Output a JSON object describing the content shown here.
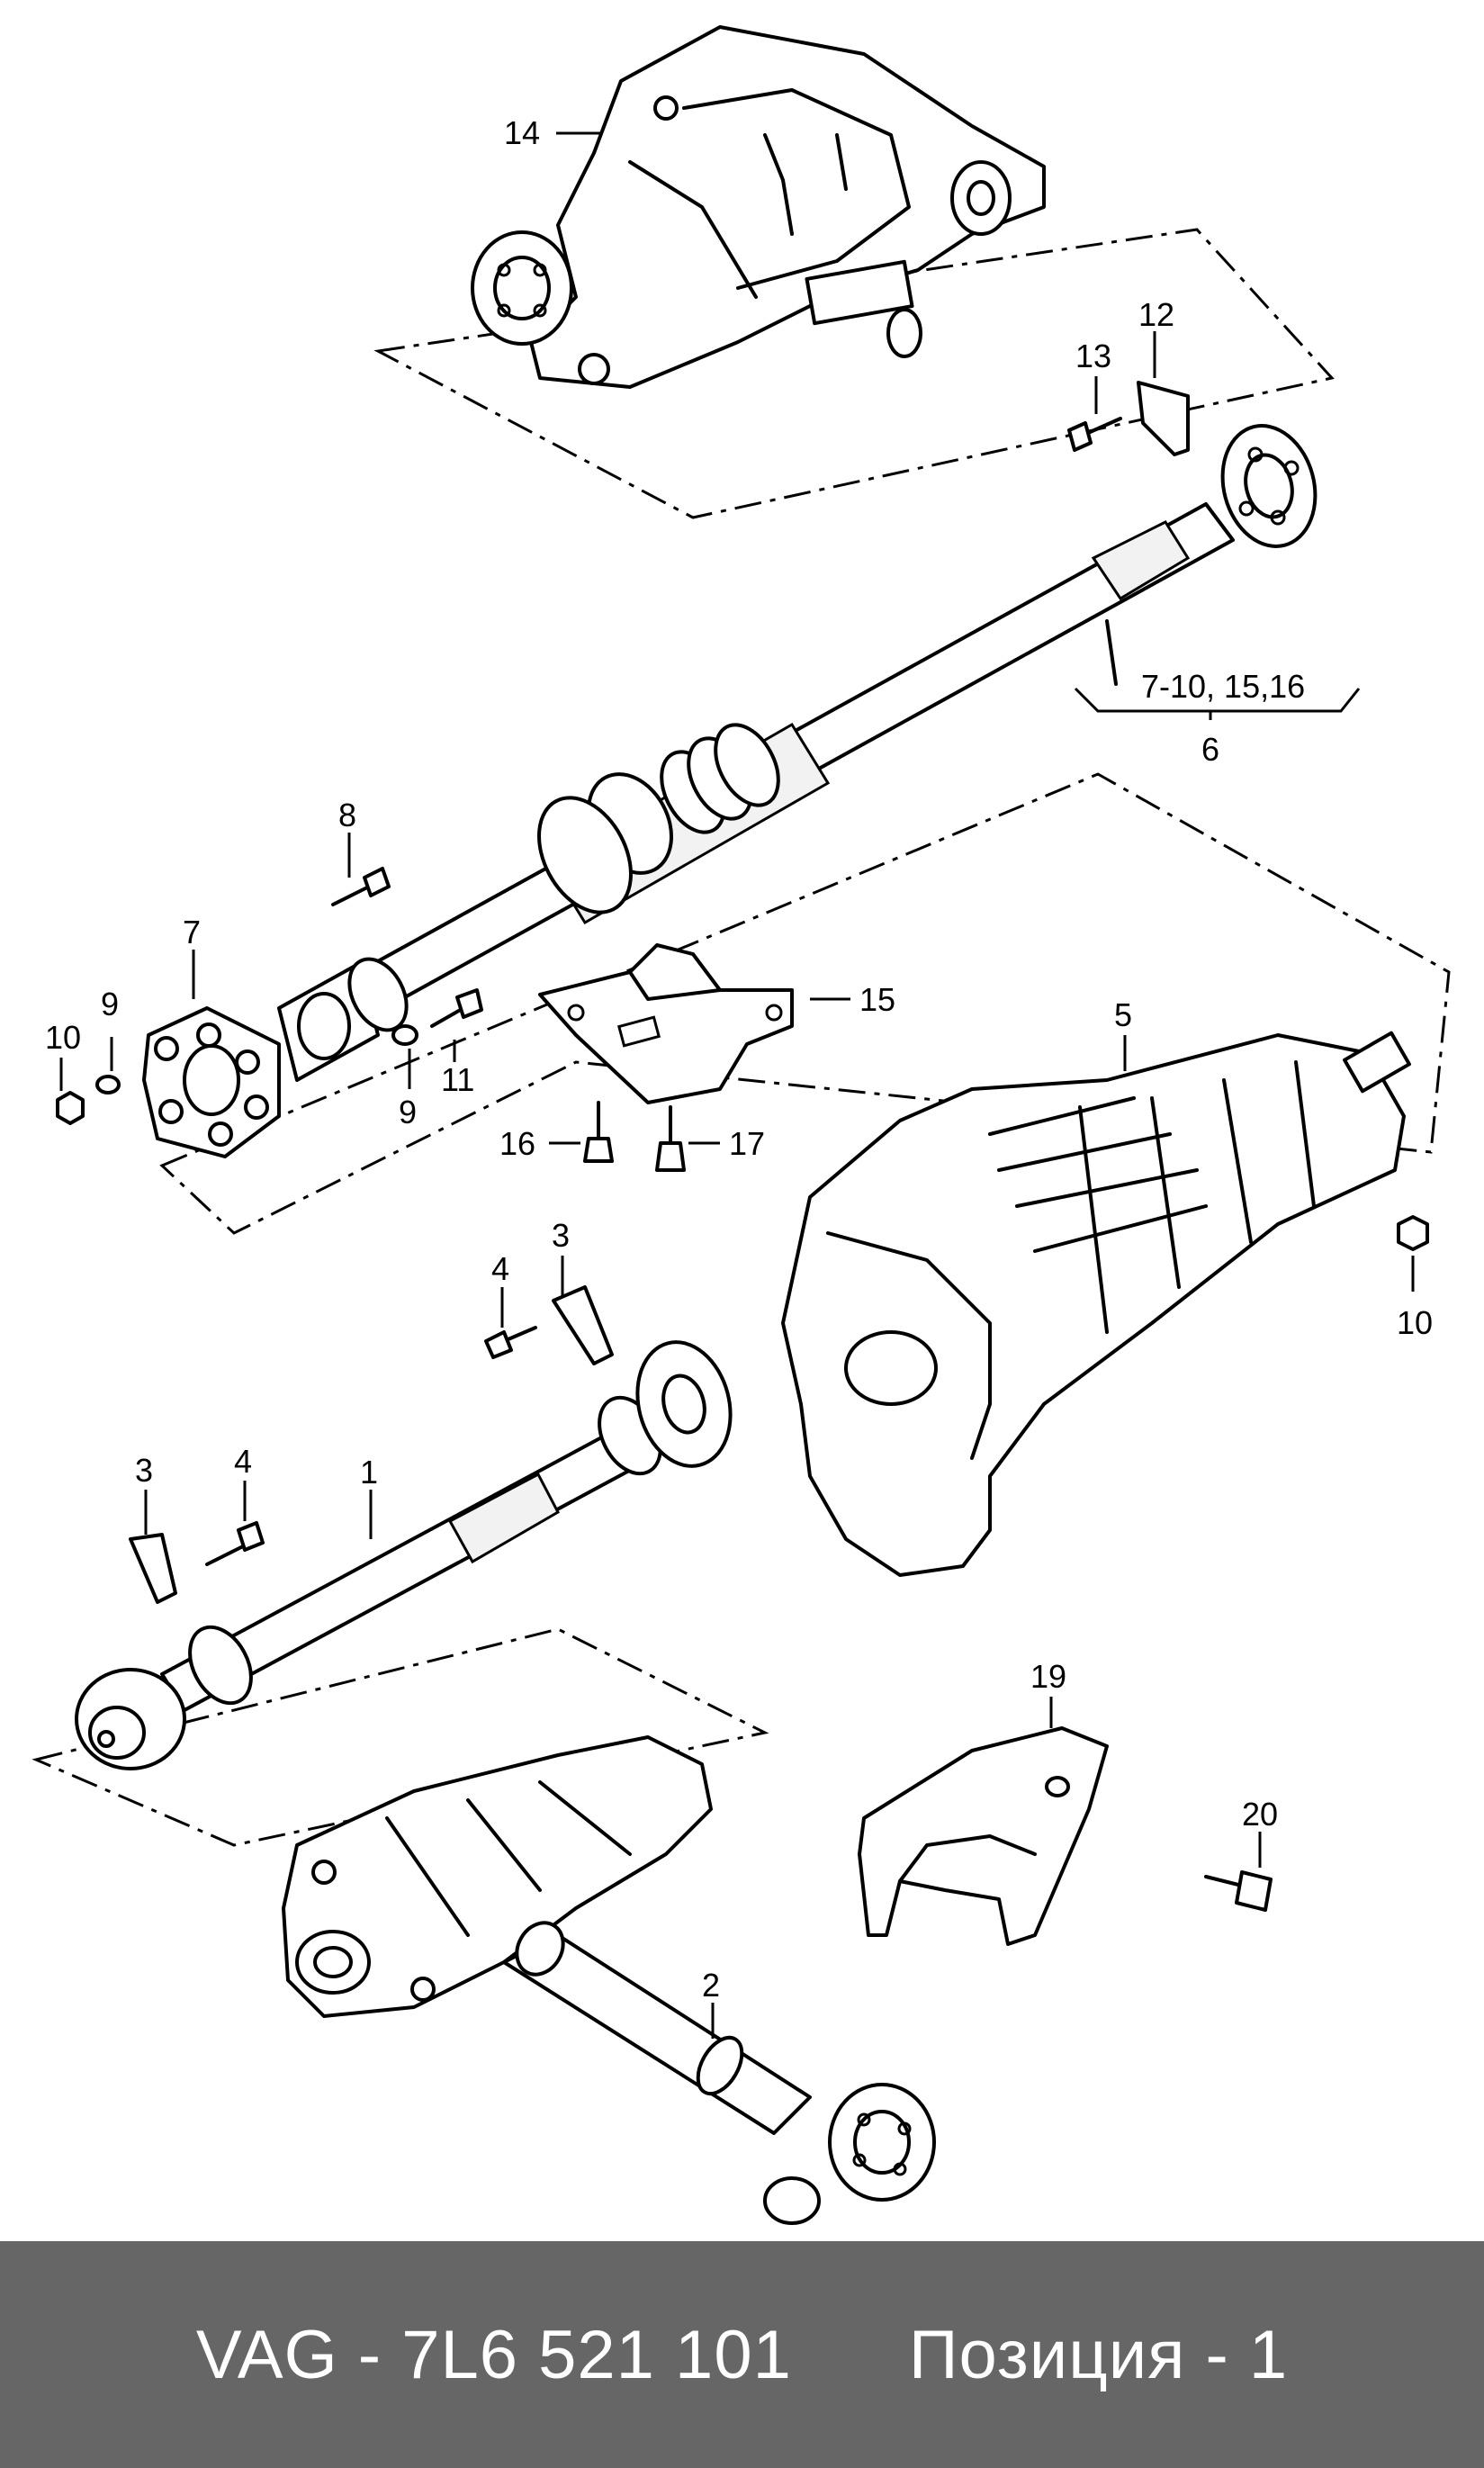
{
  "callouts": {
    "c1": "1",
    "c2": "2",
    "c3a": "3",
    "c3b": "3",
    "c4a": "4",
    "c4b": "4",
    "c5": "5",
    "c6": "6",
    "c7": "7",
    "c8": "8",
    "c9a": "9",
    "c9b": "9",
    "c10a": "10",
    "c10b": "10",
    "c11": "11",
    "c12": "12",
    "c13": "13",
    "c14": "14",
    "c15": "15",
    "c16": "16",
    "c17": "17",
    "c19": "19",
    "c20": "20",
    "c_range": "7-10, 15,16"
  },
  "footer": {
    "part_number": "VAG - 7L6 521 101",
    "position": "Позиция - 1"
  }
}
